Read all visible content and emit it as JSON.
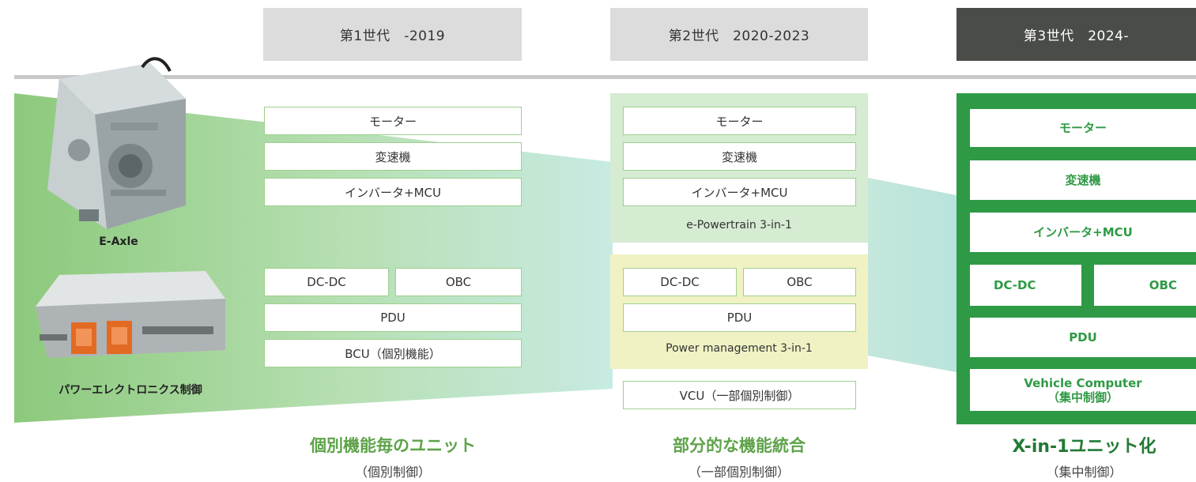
{
  "generations": [
    {
      "label": "第1世代　-2019"
    },
    {
      "label": "第2世代　2020-2023"
    },
    {
      "label": "第3世代　2024-"
    }
  ],
  "products": {
    "eaxle_label": "E-Axle",
    "power_electronics_label": "パワーエレクトロニクス制御"
  },
  "gen1": {
    "motor": "モーター",
    "transmission": "変速機",
    "inverter": "インバータ+MCU",
    "dcdc": "DC-DC",
    "obc": "OBC",
    "pdu": "PDU",
    "bcu": "BCU（個別機能）",
    "title": "個別機能毎のユニット",
    "subtitle": "（個別制御）"
  },
  "gen2": {
    "motor": "モーター",
    "transmission": "変速機",
    "inverter": "インバータ+MCU",
    "powertrain_caption": "e-Powertrain 3-in-1",
    "dcdc": "DC-DC",
    "obc": "OBC",
    "pdu": "PDU",
    "power_caption": "Power management 3-in-1",
    "vcu": "VCU（一部個別制御）",
    "title": "部分的な機能統合",
    "subtitle": "（一部個別制御）"
  },
  "gen3": {
    "motor": "モーター",
    "transmission": "変速機",
    "inverter": "インバータ+MCU",
    "dcdc": "DC-DC",
    "obc": "OBC",
    "pdu": "PDU",
    "vehicle_computer_line1": "Vehicle Computer",
    "vehicle_computer_line2": "（集中制御）",
    "title": "X-in-1ユニット化",
    "subtitle": "（集中制御）"
  },
  "colors": {
    "accent_green": "#2f9a45",
    "light_green": "#8cc97c",
    "header_gray": "#dcdcdc",
    "header_dark": "#4a4d47",
    "powertrain_bg": "#d5ebd2",
    "power_bg": "#f0f2c4"
  }
}
